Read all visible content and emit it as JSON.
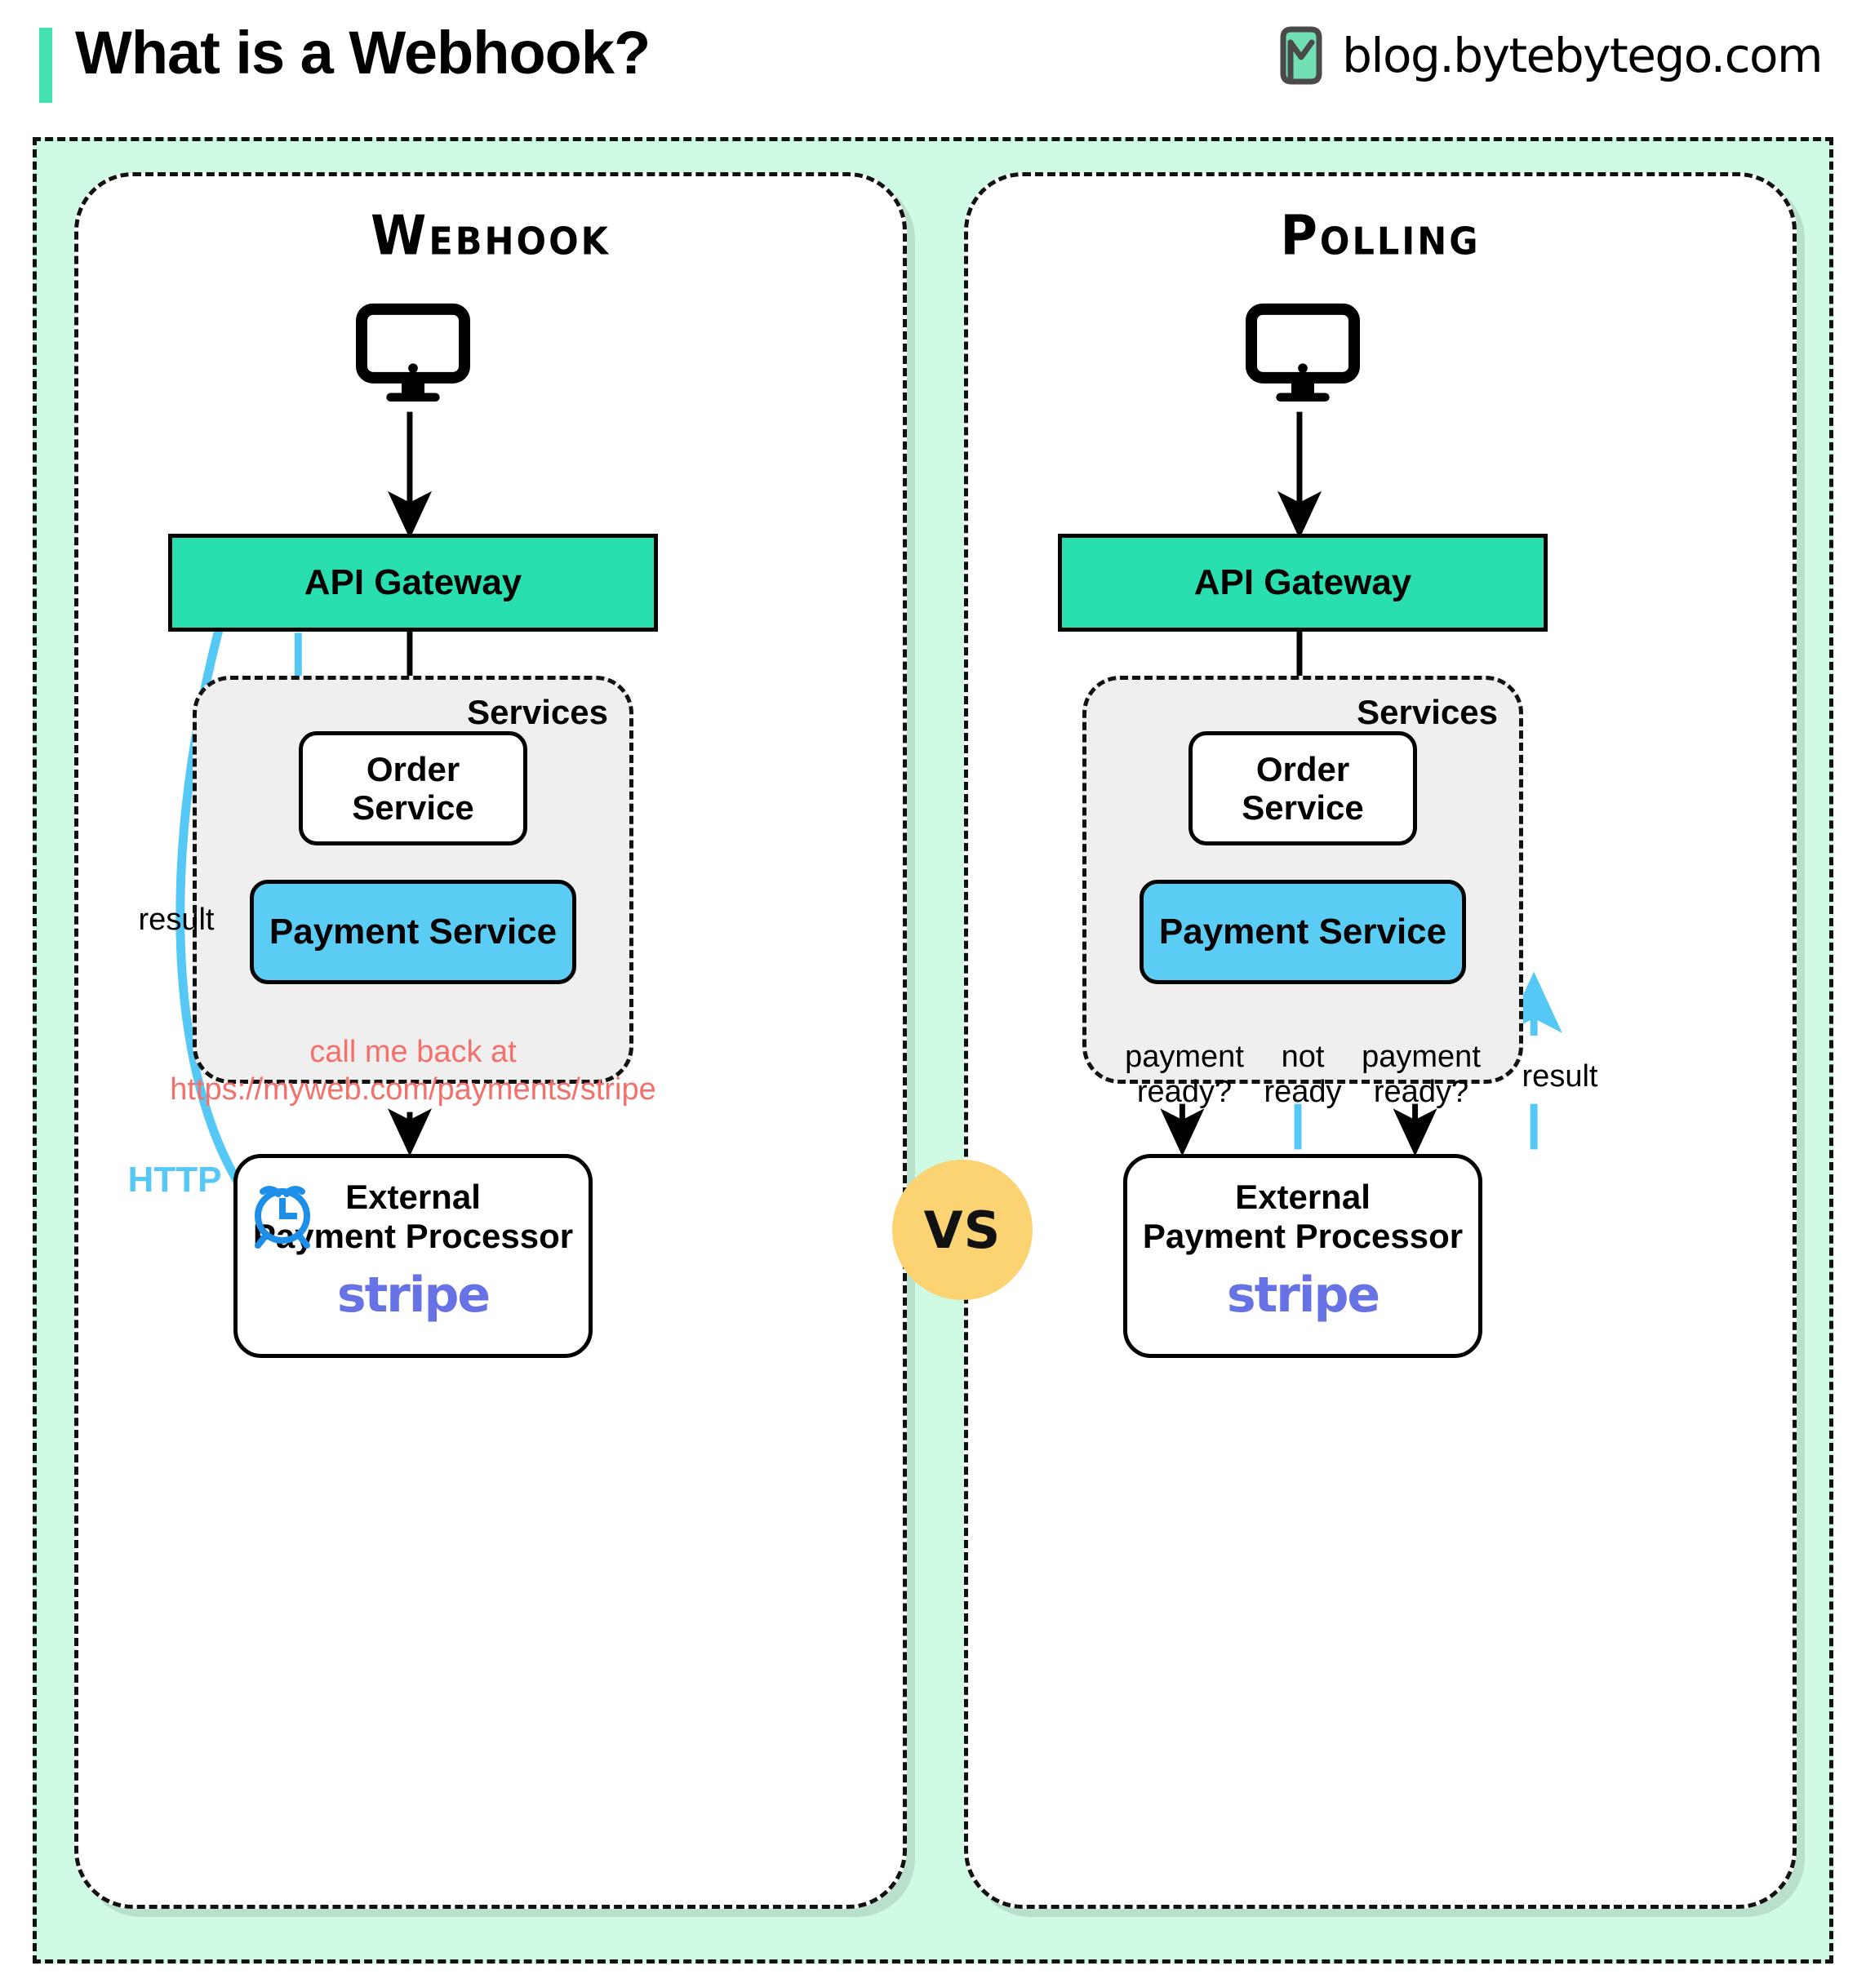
{
  "header": {
    "title": "What is a Webhook?",
    "brand": "blog.bytebytego.com",
    "accent_color": "#45E0B0"
  },
  "vs_badge": {
    "label": "VS",
    "color": "#FBD372"
  },
  "colors": {
    "outer_background": "#CFFAE3",
    "gateway_fill": "#2ADFAF",
    "payment_fill": "#5BCDF5",
    "services_fill": "#EFEFEF",
    "blue_arrow": "#55C8F5",
    "red_text": "#F4716B",
    "stripe_purple": "#6772E5",
    "clock_blue": "#1E8FE8"
  },
  "panels": [
    {
      "id": "webhook",
      "title": "Webhook",
      "nodes": {
        "client": "monitor-icon",
        "gateway": "API Gateway",
        "services_label": "Services",
        "order_service": "Order\nService",
        "order_service_line1": "Order",
        "order_service_line2": "Service",
        "payment_service": "Payment Service",
        "external_line1": "External",
        "external_line2": "Payment Processor",
        "external_logo": "stripe"
      },
      "labels": {
        "result": "result",
        "http": "HTTP",
        "callback_line1": "call me back at",
        "callback_line2": "https://myweb.com/payments/stripe"
      }
    },
    {
      "id": "polling",
      "title": "Polling",
      "nodes": {
        "client": "monitor-icon",
        "gateway": "API Gateway",
        "services_label": "Services",
        "order_service_line1": "Order",
        "order_service_line2": "Service",
        "payment_service": "Payment Service",
        "external_line1": "External",
        "external_line2": "Payment Processor",
        "external_logo": "stripe"
      },
      "labels": {
        "ask1_line1": "payment",
        "ask1_line2": "ready?",
        "reply1_line1": "not",
        "reply1_line2": "ready",
        "ask2_line1": "payment",
        "ask2_line2": "ready?",
        "reply2": "result"
      }
    }
  ]
}
